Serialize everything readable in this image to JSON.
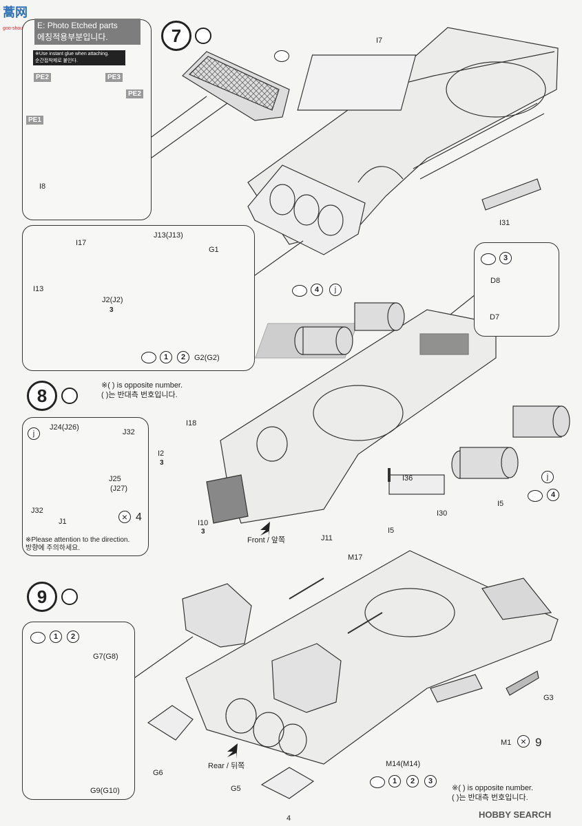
{
  "header": {
    "logo_text": "蒿网",
    "logo_sub": "goo-shou.com"
  },
  "pe_box": {
    "title_en": "Photo Etched parts",
    "title_prefix": "E:",
    "title_ko": "에칭적용부분입니다.",
    "note_en": "※Use instant glue when attaching.",
    "note_ko": "순간접착제로 붙인다.",
    "tags": [
      "PE2",
      "PE3",
      "PE2",
      "PE1"
    ],
    "part_label": "I8"
  },
  "step7": {
    "number": "7",
    "labels": {
      "i7": "I7",
      "i31": "I31"
    },
    "sub_box": {
      "labels": [
        "I17",
        "J13(J13)",
        "G1",
        "I13",
        "J2(J2)",
        "3"
      ],
      "circles": [
        "1",
        "2"
      ],
      "circle_suffix": "G2(G2)"
    },
    "d_box": {
      "circle": "3",
      "parts": [
        "D8",
        "D7"
      ]
    },
    "rear_labels": {
      "circle": "4",
      "j": "j"
    }
  },
  "step8": {
    "number": "8",
    "note_en": "※( ) is opposite number.",
    "note_ko": "( )는 반대측 번호입니다.",
    "j_box": {
      "tag": "j",
      "labels": [
        "J24(J26)",
        "J32",
        "J25",
        "(J27)",
        "J32",
        "J1"
      ],
      "multiplier": "4",
      "note_en": "※Please attention to the direction.",
      "note_ko": "방향에 주의하세요."
    },
    "labels": {
      "i18": "I18",
      "i2": "I2",
      "i2_badge": "3",
      "i10": "I10",
      "i10_badge": "3",
      "front": "Front / 앞쪽",
      "j11": "J11",
      "i36": "I36",
      "i30": "I30",
      "i5a": "I5",
      "i5b": "I5",
      "j": "j",
      "circle4": "4"
    }
  },
  "step9": {
    "number": "9",
    "box": {
      "circles": [
        "1",
        "2"
      ],
      "labels": [
        "G7(G8)",
        "G9(G10)"
      ]
    },
    "labels": {
      "m17": "M17",
      "g3": "G3",
      "m1": "M1",
      "m1_mult": "9",
      "g6": "G6",
      "rear": "Rear / 뒤쪽",
      "g5": "G5",
      "m14": "M14(M14)"
    },
    "circles": [
      "1",
      "2",
      "3"
    ],
    "note_en": "※( ) is opposite number.",
    "note_ko": "( )는 반대측 번호입니다."
  },
  "footer": {
    "page_number": "4",
    "watermark": "HOBBY SEARCH"
  }
}
